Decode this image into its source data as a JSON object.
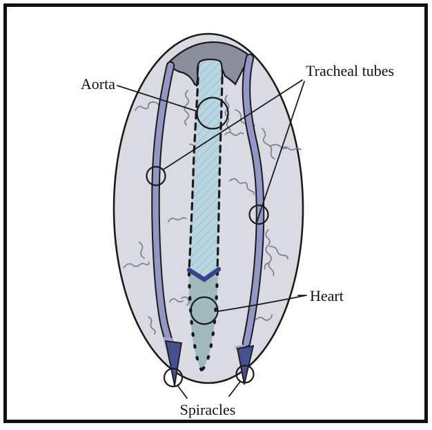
{
  "diagram": {
    "labels": {
      "aorta": "Aorta",
      "tracheal_tubes": "Tracheal tubes",
      "heart": "Heart",
      "spiracles": "Spiracles"
    },
    "colors": {
      "background": "#ffffff",
      "frame": "#111111",
      "outline": "#1a1a1a",
      "body_fill": "#d9dbe0",
      "head_cap": "#8a8f9d",
      "aorta_vessel": "#b9d6e0",
      "aorta_hatch": "#9cc2cf",
      "heart_vessel": "#9fbab8",
      "tracheal_tube": "#9197c6",
      "spiracle_dark": "#45508f",
      "spiracle_light": "#9aa8cf",
      "chevron": "#39418c",
      "branch_lines": "#7b7e89",
      "label_text": "#111111"
    }
  }
}
